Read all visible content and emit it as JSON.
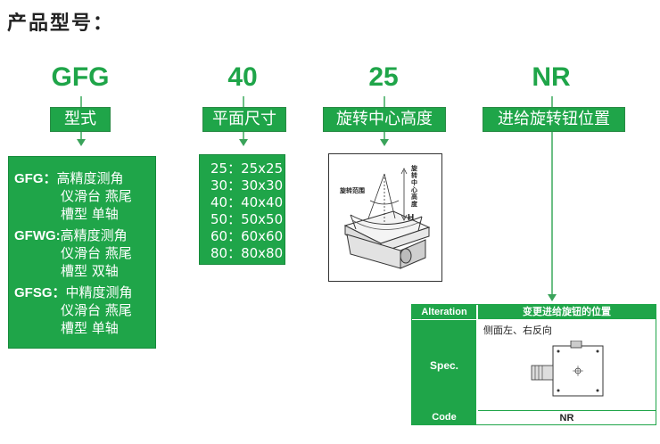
{
  "page_title": "产品型号：",
  "codes": [
    "GFG",
    "40",
    "25",
    "NR"
  ],
  "labels": [
    "型式",
    "平面尺寸",
    "旋转中心高度",
    "进给旋转钮位置"
  ],
  "types": [
    {
      "code": "GFG：",
      "line1": "高精度测角",
      "line2": "仪滑台 燕尾",
      "line3": "槽型 单轴"
    },
    {
      "code": "GFWG:",
      "line1": "高精度测角",
      "line2": "仪滑台 燕尾",
      "line3": "槽型 双轴"
    },
    {
      "code": "GFSG：",
      "line1": "中精度测角",
      "line2": "仪滑台 燕尾",
      "line3": "槽型 单轴"
    }
  ],
  "sizes": [
    "25：25x25",
    "30：30x30",
    "40：40x40",
    "50：50x50",
    "60：60x60",
    "80：80x80"
  ],
  "diagram": {
    "range_label": "旋转范围",
    "center_label": "旋转中心高度",
    "h_label": "H"
  },
  "alteration": {
    "head_left": "Alteration",
    "head_right": "变更进给旋钮的位置",
    "spec_label": "Spec.",
    "spec_text": "侧面左、右反向",
    "code_label": "Code",
    "code_value": "NR"
  },
  "colors": {
    "green": "#1fa549",
    "dark_green": "#168a3b"
  }
}
